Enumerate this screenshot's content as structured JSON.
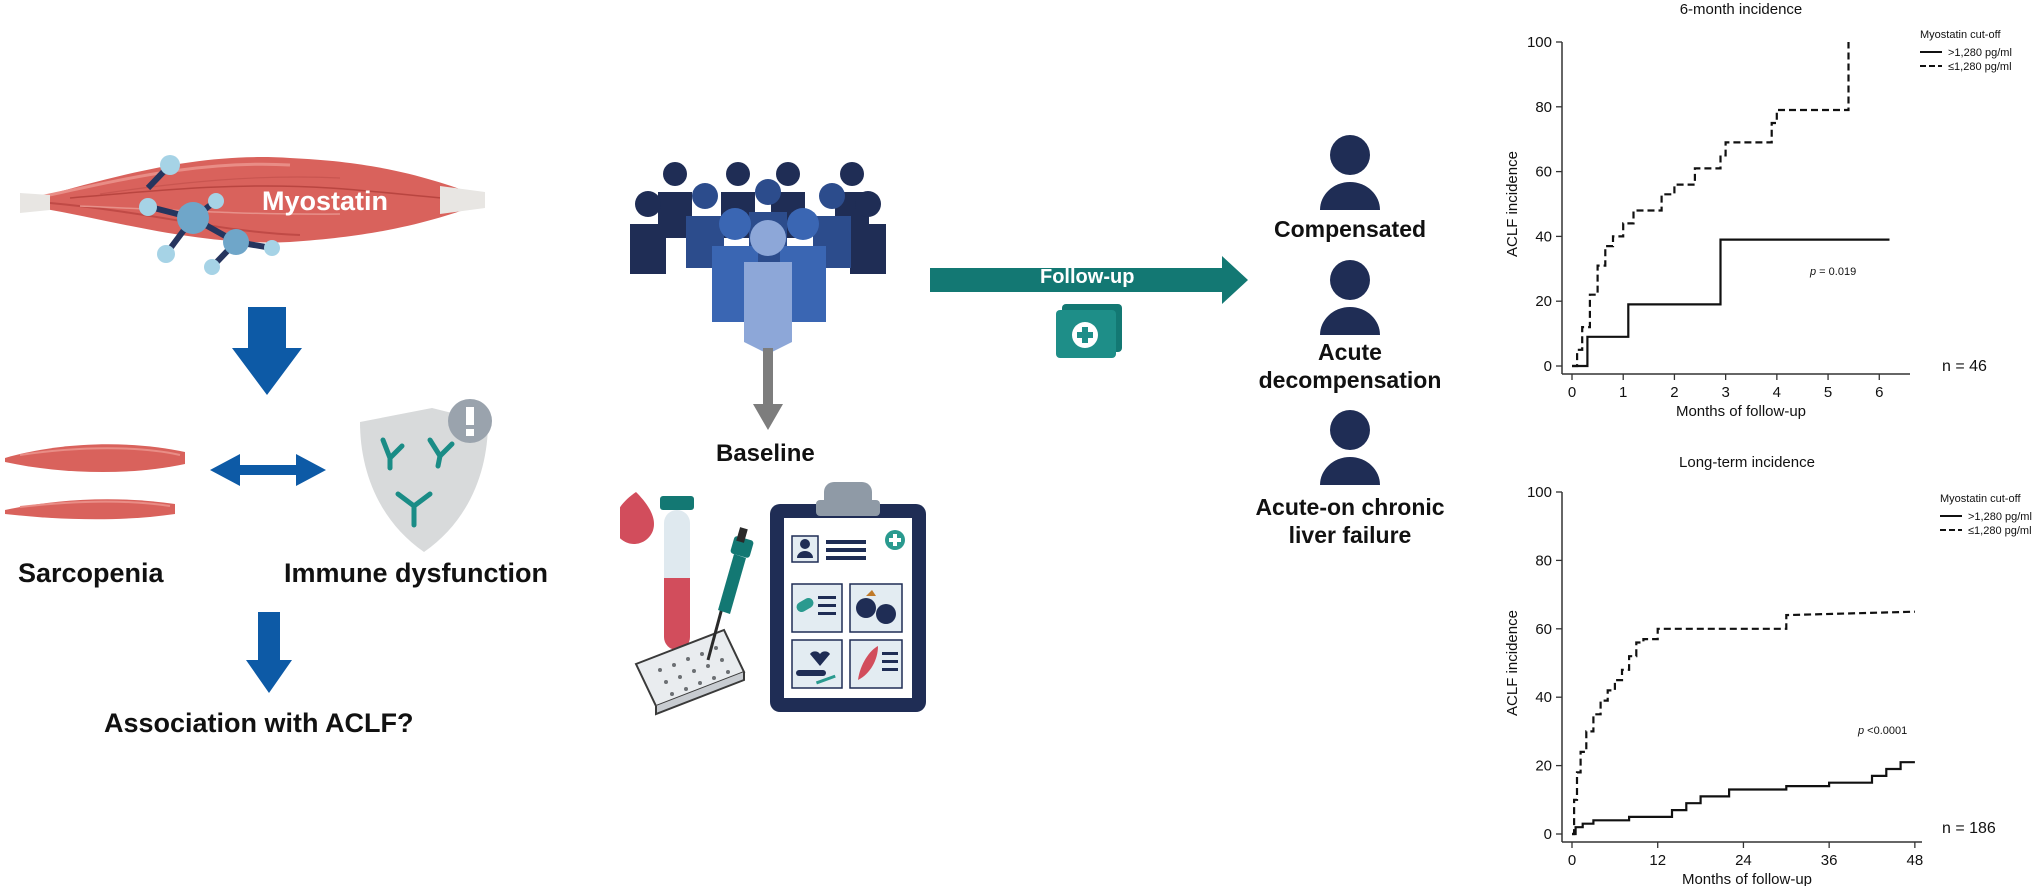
{
  "left_panel": {
    "muscle_label": "Myostatin",
    "sarcopenia_label": "Sarcopenia",
    "immune_label": "Immune dysfunction",
    "question_label": "Association with ACLF?"
  },
  "middle_panel": {
    "baseline_label": "Baseline",
    "followup_label": "Follow-up"
  },
  "outcomes": {
    "compensated": "Compensated",
    "acute_line1": "Acute",
    "acute_line2": "decompensation",
    "aclf_line1": "Acute-on chronic",
    "aclf_line2": "liver failure"
  },
  "chart_data": [
    {
      "type": "line",
      "title": "6-month incidence",
      "xlabel": "Months of follow-up",
      "ylabel": "ACLF incidence",
      "xlim": [
        0,
        6.6
      ],
      "ylim": [
        0,
        100
      ],
      "xticks": [
        0,
        1,
        2,
        3,
        4,
        5,
        6
      ],
      "yticks": [
        0,
        20,
        40,
        60,
        80,
        100
      ],
      "legend_title": "Myostatin cut-off",
      "legend_position": "top-right",
      "pvalue_prefix": "p",
      "pvalue_text": " = 0.019",
      "n_label": "n = 46",
      "series": [
        {
          "name": ">1,280 pg/ml",
          "style": "solid",
          "x": [
            0,
            0.3,
            0.3,
            1.1,
            1.1,
            2.9,
            2.9,
            6.2
          ],
          "y": [
            0,
            0,
            9,
            9,
            19,
            19,
            39,
            39
          ]
        },
        {
          "name": "≤1,280 pg/ml",
          "style": "dashed",
          "x": [
            0,
            0.1,
            0.1,
            0.2,
            0.2,
            0.35,
            0.35,
            0.5,
            0.5,
            0.65,
            0.65,
            0.8,
            0.8,
            1.0,
            1.0,
            1.2,
            1.2,
            1.75,
            1.75,
            2.0,
            2.0,
            2.4,
            2.4,
            2.9,
            2.9,
            3.0,
            3.0,
            3.9,
            3.9,
            4.0,
            4.0,
            5.4,
            5.4
          ],
          "y": [
            0,
            0,
            5,
            5,
            12,
            12,
            22,
            22,
            31,
            31,
            37,
            37,
            40,
            40,
            44,
            44,
            48,
            48,
            53,
            53,
            56,
            56,
            61,
            61,
            65,
            65,
            69,
            69,
            75,
            75,
            79,
            79,
            100
          ]
        }
      ]
    },
    {
      "type": "line",
      "title": "Long-term incidence",
      "xlabel": "Months of follow-up",
      "ylabel": "ACLF incidence",
      "xlim": [
        0,
        49
      ],
      "ylim": [
        0,
        100
      ],
      "xticks": [
        0,
        12,
        24,
        36,
        48
      ],
      "yticks": [
        0,
        20,
        40,
        60,
        80,
        100
      ],
      "legend_title": "Myostatin cut-off",
      "legend_position": "top-right",
      "pvalue_prefix": "p",
      "pvalue_text": " <0.0001",
      "n_label": "n = 186",
      "series": [
        {
          "name": ">1,280 pg/ml",
          "style": "solid",
          "x": [
            0,
            0.5,
            0.5,
            1.5,
            1.5,
            3,
            3,
            8,
            8,
            14,
            14,
            16,
            16,
            18,
            18,
            22,
            22,
            30,
            30,
            36,
            36,
            42,
            42,
            44,
            44,
            46,
            46,
            48
          ],
          "y": [
            0,
            0,
            2,
            2,
            3,
            3,
            4,
            4,
            5,
            5,
            7,
            7,
            9,
            9,
            11,
            11,
            13,
            13,
            14,
            14,
            15,
            15,
            17,
            17,
            19,
            19,
            21,
            21
          ]
        },
        {
          "name": "≤1,280 pg/ml",
          "style": "dashed",
          "x": [
            0,
            0.3,
            0.3,
            0.7,
            0.7,
            1.2,
            1.2,
            2,
            2,
            3,
            3,
            4,
            4,
            5,
            5,
            6,
            6,
            7,
            7,
            8,
            8,
            9,
            9,
            10,
            10,
            12,
            12,
            30,
            30,
            48
          ],
          "y": [
            0,
            0,
            10,
            10,
            18,
            18,
            24,
            24,
            30,
            30,
            35,
            35,
            39,
            39,
            42,
            42,
            45,
            45,
            48,
            48,
            52,
            52,
            56,
            56,
            57,
            57,
            60,
            60,
            64,
            65
          ]
        }
      ]
    }
  ]
}
